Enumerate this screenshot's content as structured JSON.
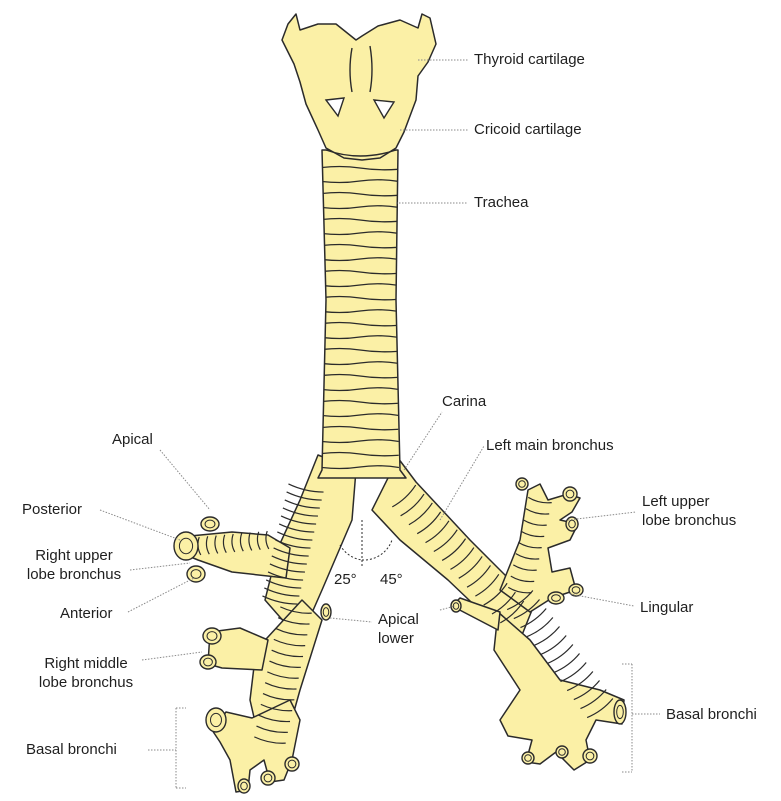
{
  "colors": {
    "tissue": "#fbf0a6",
    "outline": "#2b2b2b",
    "leader": "#8a8a8a",
    "text": "#1f1f1f",
    "background": "#ffffff"
  },
  "labels": {
    "thyroid": "Thyroid cartilage",
    "cricoid": "Cricoid cartilage",
    "trachea": "Trachea",
    "carina": "Carina",
    "left_main": "Left main bronchus",
    "left_upper": "Left upper\nlobe bronchus",
    "lingular": "Lingular",
    "basal_right_side": "Basal bronchi",
    "apical": "Apical",
    "posterior": "Posterior",
    "right_upper": "Right upper\nlobe bronchus",
    "anterior": "Anterior",
    "right_middle": "Right middle\nlobe bronchus",
    "basal_left_side": "Basal bronchi",
    "apical_lower": "Apical\nlower"
  },
  "angles": {
    "right": "25°",
    "left": "45°"
  }
}
